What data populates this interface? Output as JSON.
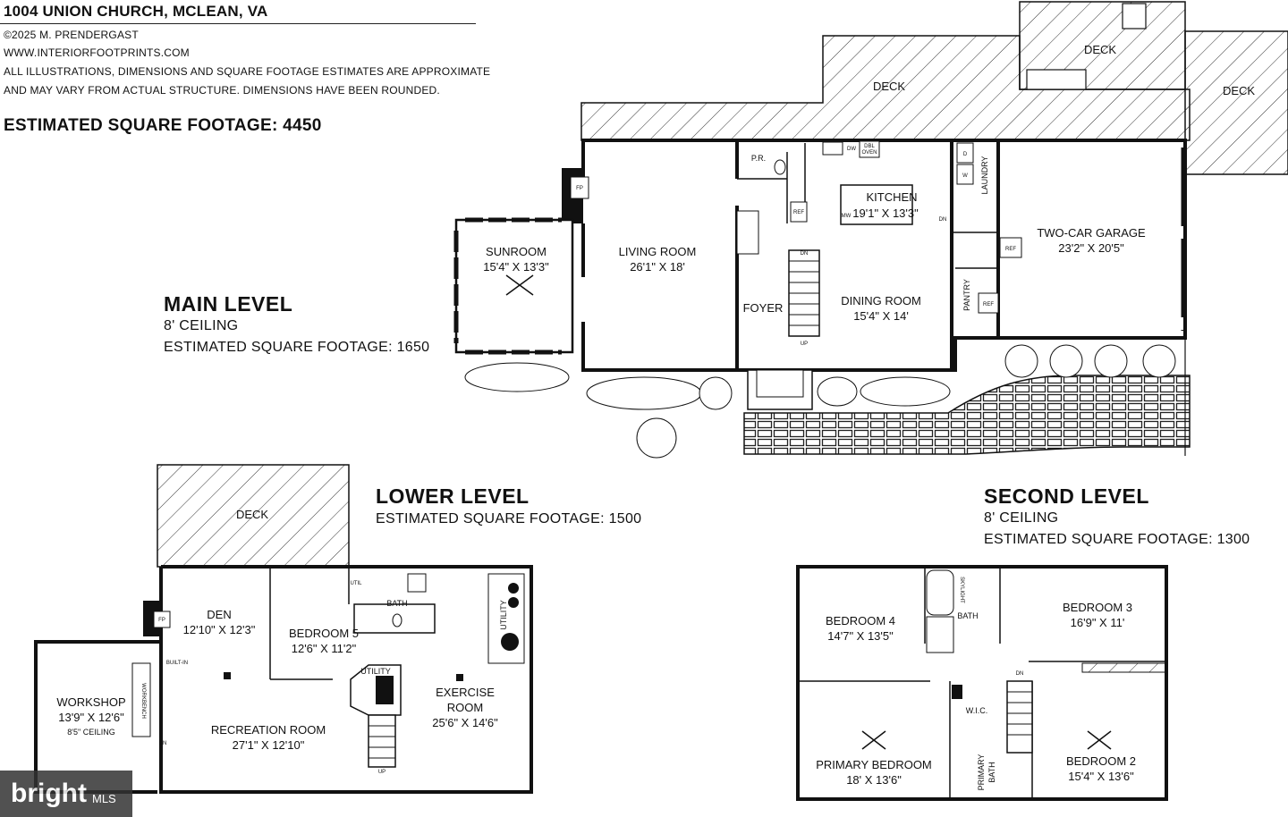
{
  "header": {
    "title": "1004 UNION CHURCH, MCLEAN, VA",
    "copyright": "©2025 M. PRENDERGAST",
    "website": "WWW.INTERIORFOOTPRINTS.COM",
    "disclaimer_line1": "ALL ILLUSTRATIONS, DIMENSIONS AND SQUARE FOOTAGE ESTIMATES ARE APPROXIMATE",
    "disclaimer_line2": "AND MAY VARY FROM ACTUAL STRUCTURE. DIMENSIONS HAVE BEEN ROUNDED.",
    "total_sqft": "ESTIMATED SQUARE FOOTAGE: 4450"
  },
  "main_level": {
    "title": "MAIN LEVEL",
    "ceiling": "8' CEILING",
    "sqft": "ESTIMATED SQUARE FOOTAGE: 1650",
    "rooms": {
      "sunroom": {
        "name": "SUNROOM",
        "dims": "15'4\" X 13'3\""
      },
      "living": {
        "name": "LIVING ROOM",
        "dims": "26'1\" X 18'"
      },
      "kitchen": {
        "name": "KITCHEN",
        "dims": "19'1\" X 13'3\""
      },
      "dining": {
        "name": "DINING ROOM",
        "dims": "15'4\" X 14'"
      },
      "garage": {
        "name": "TWO-CAR GARAGE",
        "dims": "23'2\" X 20'5\""
      },
      "foyer": "FOYER",
      "pr": "P.R.",
      "pantry": "PANTRY",
      "laundry": "LAUNDRY"
    },
    "decks": [
      "DECK",
      "DECK",
      "DECK"
    ],
    "fixtures": {
      "fp": "FP",
      "dw": "DW",
      "dbl_oven_1": "DBL",
      "dbl_oven_2": "OVEN",
      "ref": "REF",
      "mw": "MW",
      "dn": "DN",
      "up": "UP",
      "d": "D",
      "w": "W"
    }
  },
  "lower_level": {
    "title": "LOWER LEVEL",
    "sqft": "ESTIMATED SQUARE FOOTAGE: 1500",
    "deck": "DECK",
    "rooms": {
      "den": {
        "name": "DEN",
        "dims": "12'10\" X 12'3\""
      },
      "bedroom5": {
        "name": "BEDROOM 5",
        "dims": "12'6\" X 11'2\""
      },
      "workshop": {
        "name": "WORKSHOP",
        "dims": "13'9\" X 12'6\"",
        "ceiling": "8'5\" CEILING"
      },
      "recreation": {
        "name": "RECREATION ROOM",
        "dims": "27'1\" X 12'10\""
      },
      "exercise": {
        "name1": "EXERCISE",
        "name2": "ROOM",
        "dims": "25'6\" X 14'6\""
      },
      "bath": "BATH",
      "util": "UTIL",
      "utility": "UTILITY",
      "utility_side": "UTILITY",
      "builtin": "BUILT-IN",
      "workbench": "WORKBENCH",
      "fp": "FP",
      "dn": "DN",
      "up": "UP"
    }
  },
  "second_level": {
    "title": "SECOND LEVEL",
    "ceiling": "8' CEILING",
    "sqft": "ESTIMATED SQUARE FOOTAGE: 1300",
    "rooms": {
      "bedroom4": {
        "name": "BEDROOM 4",
        "dims": "14'7\" X 13'5\""
      },
      "bedroom3": {
        "name": "BEDROOM 3",
        "dims": "16'9\" X 11'"
      },
      "primary": {
        "name": "PRIMARY BEDROOM",
        "dims": "18' X 13'6\""
      },
      "bedroom2": {
        "name": "BEDROOM 2",
        "dims": "15'4\" X 13'6\""
      },
      "bath": "BATH",
      "wic": "W.I.C.",
      "primary_bath_1": "PRIMARY",
      "primary_bath_2": "BATH",
      "skylight": "SKYLIGHT",
      "dn": "DN"
    }
  },
  "logo": {
    "main": "bright",
    "sub": "MLS"
  }
}
